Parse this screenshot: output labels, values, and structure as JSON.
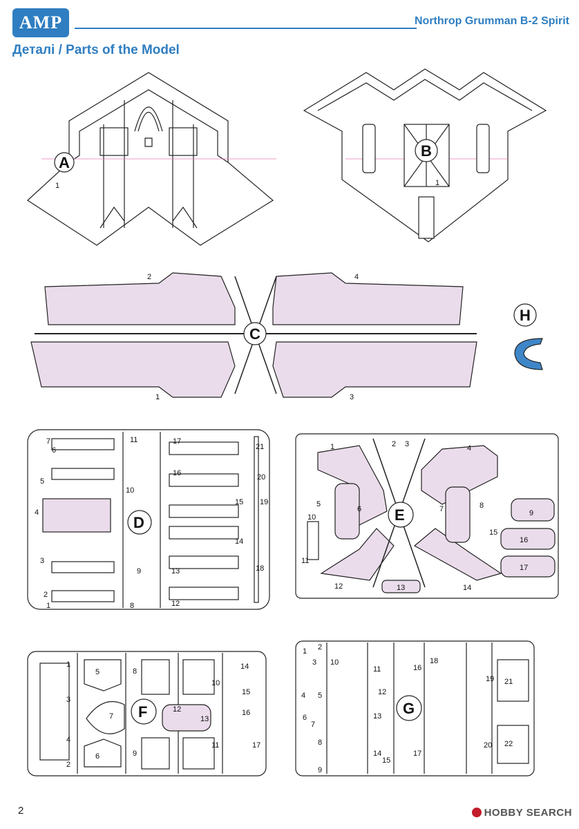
{
  "header": {
    "logo": "AMP",
    "model_title": "Northrop Grumman B-2 Spirit",
    "section_title": "Деталі / Parts of the Model"
  },
  "footer": {
    "page_number": "2",
    "watermark": "HOBBY SEARCH"
  },
  "sprues": {
    "A": {
      "letter": "A",
      "parts": [
        "1"
      ]
    },
    "B": {
      "letter": "B",
      "parts": [
        "1"
      ]
    },
    "C": {
      "letter": "C",
      "parts": [
        "1",
        "2",
        "3",
        "4"
      ]
    },
    "H": {
      "letter": "H"
    },
    "D": {
      "letter": "D",
      "parts": [
        "1",
        "2",
        "3",
        "4",
        "5",
        "6",
        "7",
        "8",
        "9",
        "10",
        "11",
        "12",
        "13",
        "14",
        "15",
        "16",
        "17",
        "18",
        "19",
        "20",
        "21"
      ]
    },
    "E": {
      "letter": "E",
      "parts": [
        "1",
        "2",
        "3",
        "4",
        "5",
        "6",
        "7",
        "8",
        "9",
        "10",
        "11",
        "12",
        "13",
        "14",
        "15",
        "16",
        "17"
      ]
    },
    "F": {
      "letter": "F",
      "parts": [
        "1",
        "2",
        "3",
        "4",
        "5",
        "6",
        "7",
        "8",
        "9",
        "10",
        "11",
        "12",
        "13",
        "14",
        "15",
        "16",
        "17"
      ]
    },
    "G": {
      "letter": "G",
      "parts": [
        "1",
        "2",
        "3",
        "4",
        "5",
        "6",
        "7",
        "8",
        "9",
        "10",
        "11",
        "12",
        "13",
        "14",
        "15",
        "16",
        "17",
        "18",
        "19",
        "20",
        "21",
        "22"
      ]
    }
  },
  "colors": {
    "accent": "#2f7ec1",
    "part_fill": "#eadcea",
    "h_part": "#3f86c8"
  }
}
